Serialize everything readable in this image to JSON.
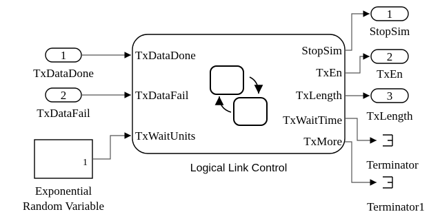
{
  "inports": [
    {
      "number": "1",
      "label": "TxDataDone"
    },
    {
      "number": "2",
      "label": "TxDataFail"
    }
  ],
  "random_block": {
    "value": "1",
    "label_line1": "Exponential",
    "label_line2": "Random Variable"
  },
  "subsystem": {
    "name": "Logical Link Control",
    "inputs": [
      "TxDataDone",
      "TxDataFail",
      "TxWaitUnits"
    ],
    "outputs": [
      "StopSim",
      "TxEn",
      "TxLength",
      "TxWaitTime",
      "TxMore"
    ]
  },
  "outports": [
    {
      "number": "1",
      "label": "StopSim"
    },
    {
      "number": "2",
      "label": "TxEn"
    },
    {
      "number": "3",
      "label": "TxLength"
    }
  ],
  "terminators": [
    "Terminator",
    "Terminator1"
  ]
}
